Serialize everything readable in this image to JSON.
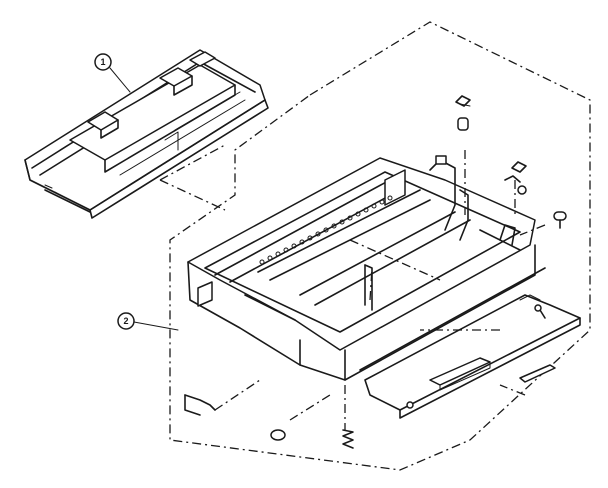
{
  "callouts": [
    {
      "label": "1",
      "part": "upper-assembly"
    },
    {
      "label": "2",
      "part": "frame-chassis"
    }
  ],
  "colors": {
    "ink": "#1a1a1a",
    "background": "#ffffff"
  }
}
